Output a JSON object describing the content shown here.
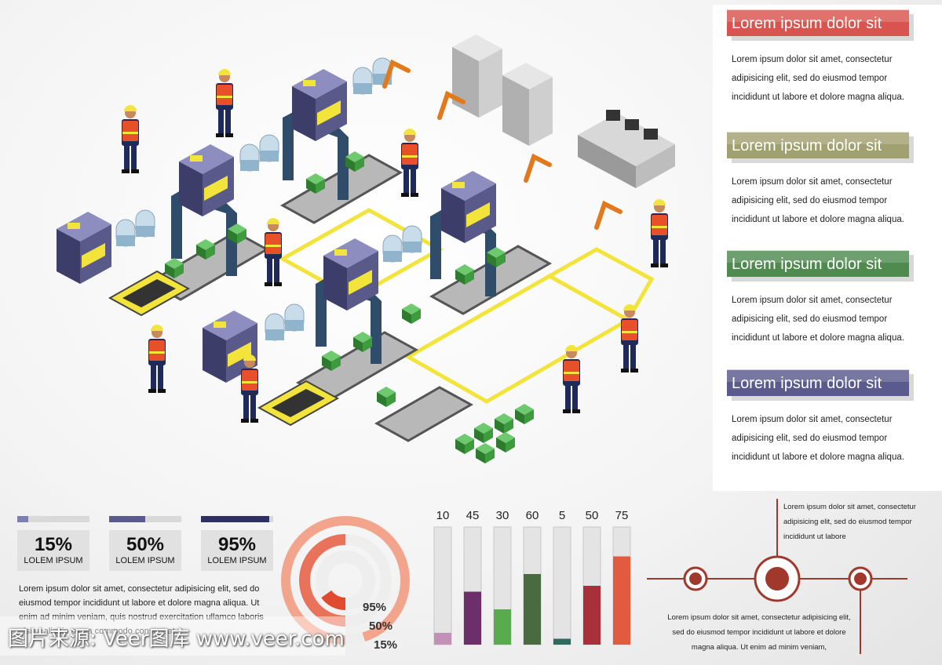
{
  "right_panel": [
    {
      "title": "Lorem ipsum dolor sit",
      "color": "#d9534f",
      "body": "Lorem ipsum dolor sit amet, consectetur adipisicing elit, sed do eiusmod tempor incididunt ut labore et dolore magna aliqua."
    },
    {
      "title": "Lorem ipsum dolor sit",
      "color": "#a1a070",
      "body": "Lorem ipsum dolor sit amet, consectetur adipisicing elit, sed do eiusmod tempor incididunt ut labore et dolore magna aliqua."
    },
    {
      "title": "Lorem ipsum dolor sit",
      "color": "#4f8a4f",
      "body": "Lorem ipsum dolor sit amet, consectetur adipisicing elit, sed do eiusmod tempor incididunt ut labore et dolore magna aliqua."
    },
    {
      "title": "Lorem ipsum dolor sit",
      "color": "#5b5a8e",
      "body": "Lorem ipsum dolor sit amet, consectetur adipisicing elit, sed do eiusmod tempor incididunt ut labore et dolore magna aliqua."
    }
  ],
  "stats": [
    {
      "percent": "15%",
      "label": "LOLEM IPSUM",
      "value": 15,
      "color": "#7d7fae"
    },
    {
      "percent": "50%",
      "label": "LOLEM IPSUM",
      "value": 50,
      "color": "#5a5b8c"
    },
    {
      "percent": "95%",
      "label": "LOLEM IPSUM",
      "value": 95,
      "color": "#2e2f63"
    }
  ],
  "bottom_paragraph": "Lorem ipsum dolor sit amet, consectetur adipisicing elit, sed do eiusmod tempor incididunt ut labore et dolore magna aliqua. Ut enim ad minim veniam, quis nostrud exercitation ullamco laboris nisi ut aliquip ex ea commodo consequat.",
  "watermark": "图片来源: Veer图库 www.veer.com",
  "donut": {
    "labels": [
      "95%",
      "50%",
      "15%"
    ],
    "values": [
      95,
      50,
      15
    ],
    "colors": [
      "#f2a48c",
      "#e8735a",
      "#e04a2e"
    ]
  },
  "bar_chart": {
    "type": "bar",
    "values": [
      10,
      45,
      30,
      60,
      5,
      50,
      75
    ],
    "value_labels": [
      "10",
      "45",
      "30",
      "60",
      "5",
      "50",
      "75"
    ],
    "colors": [
      "#c490b8",
      "#6c2f6a",
      "#5aaa4e",
      "#4a6a40",
      "#2f6a60",
      "#a8303a",
      "#e25a40"
    ],
    "ylim": [
      0,
      100
    ],
    "track_color": "#e4e4e4"
  },
  "timeline": {
    "top_text": "Lorem ipsum dolor sit amet, consectetur adipisicing elit, sed do eiusmod tempor incididunt ut labore",
    "bottom_text": "Lorem ipsum dolor sit amet, consectetur adipisicing elit, sed do eiusmod tempor incididunt ut labore et dolore magna aliqua. Ut enim ad minim veniam,",
    "color": "#a0392c"
  },
  "scene_colors": {
    "machine_purple": "#5a5a8a",
    "conveyor_gray": "#b8b8b8",
    "crate_green": "#3d8b3d",
    "vest_orange": "#e8502a",
    "floor_yellow": "#f2e43a",
    "robot_orange": "#e07a1c",
    "server_gray": "#b0b0b0"
  }
}
